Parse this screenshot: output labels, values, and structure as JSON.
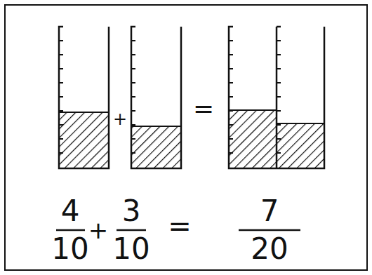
{
  "diagram": {
    "labels": [
      "+",
      "=",
      "4",
      "10",
      "+",
      "3",
      "10",
      "=",
      "7",
      "20"
    ]
  }
}
